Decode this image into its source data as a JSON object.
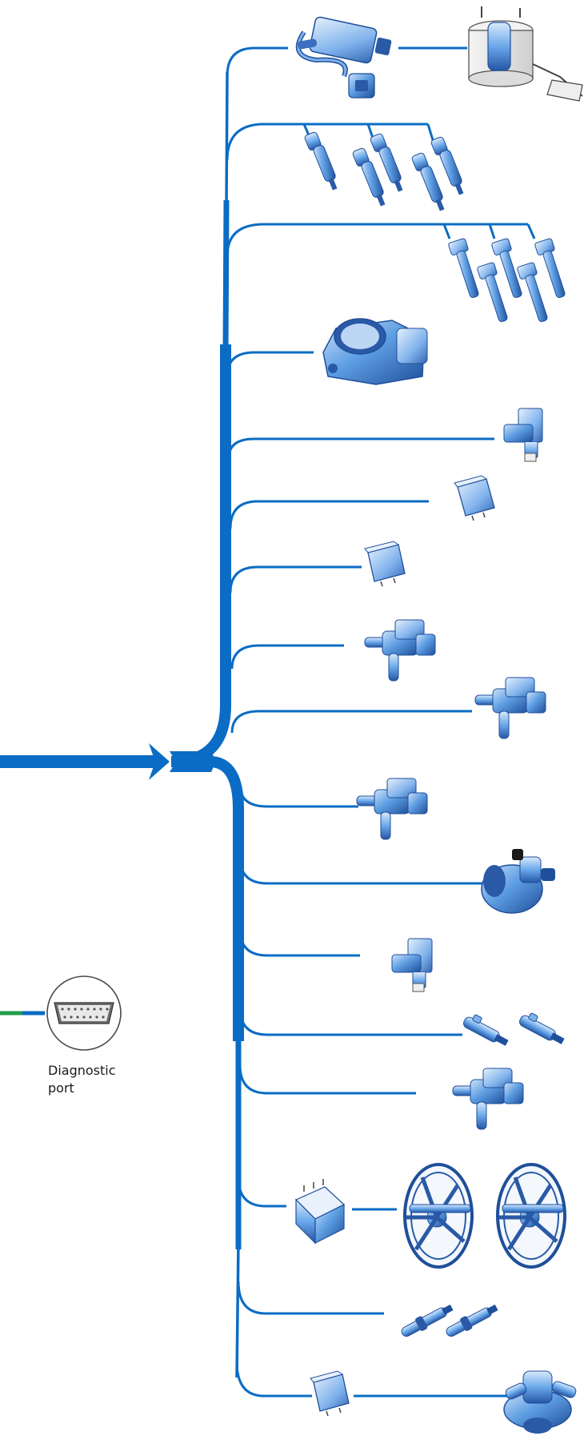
{
  "diagnostic_port": {
    "label_line1": "Diagnostic",
    "label_line2": "port",
    "icon": "obd-connector-icon"
  },
  "colors": {
    "wire_blue": "#0a6cc4",
    "component_blue": "#5f9fe3",
    "component_dark": "#1f4f9a",
    "component_light": "#bcd6f4",
    "green_wire": "#1f9e48",
    "circle_border": "#4a4a4a"
  },
  "components": [
    {
      "id": "fuel-pump-control-unit",
      "icon": "control-unit-icon"
    },
    {
      "id": "fuel-pump",
      "icon": "fuel-pump-icon"
    },
    {
      "id": "fuel-injectors",
      "icon": "injector-icon"
    },
    {
      "id": "ignition-coils",
      "icon": "ignition-coil-icon"
    },
    {
      "id": "throttle-valve-module",
      "icon": "throttle-body-icon"
    },
    {
      "id": "valve-1",
      "icon": "valve-icon"
    },
    {
      "id": "relay-1",
      "icon": "relay-icon"
    },
    {
      "id": "relay-2",
      "icon": "relay-icon"
    },
    {
      "id": "solenoid-valve-1",
      "icon": "solenoid-valve-icon"
    },
    {
      "id": "solenoid-valve-2",
      "icon": "solenoid-valve-icon"
    },
    {
      "id": "solenoid-valve-3",
      "icon": "solenoid-valve-icon"
    },
    {
      "id": "pump",
      "icon": "pump-icon"
    },
    {
      "id": "valve-2",
      "icon": "valve-icon"
    },
    {
      "id": "sensors",
      "icon": "sensor-icon"
    },
    {
      "id": "solenoid-valve-4",
      "icon": "solenoid-valve-icon"
    },
    {
      "id": "radiator-fan-control",
      "icon": "relay-icon"
    },
    {
      "id": "radiator-fans",
      "icon": "fan-icon"
    },
    {
      "id": "heater-elements",
      "icon": "heater-icon"
    },
    {
      "id": "relay-3",
      "icon": "relay-icon"
    },
    {
      "id": "coolant-pump",
      "icon": "coolant-pump-icon"
    }
  ]
}
